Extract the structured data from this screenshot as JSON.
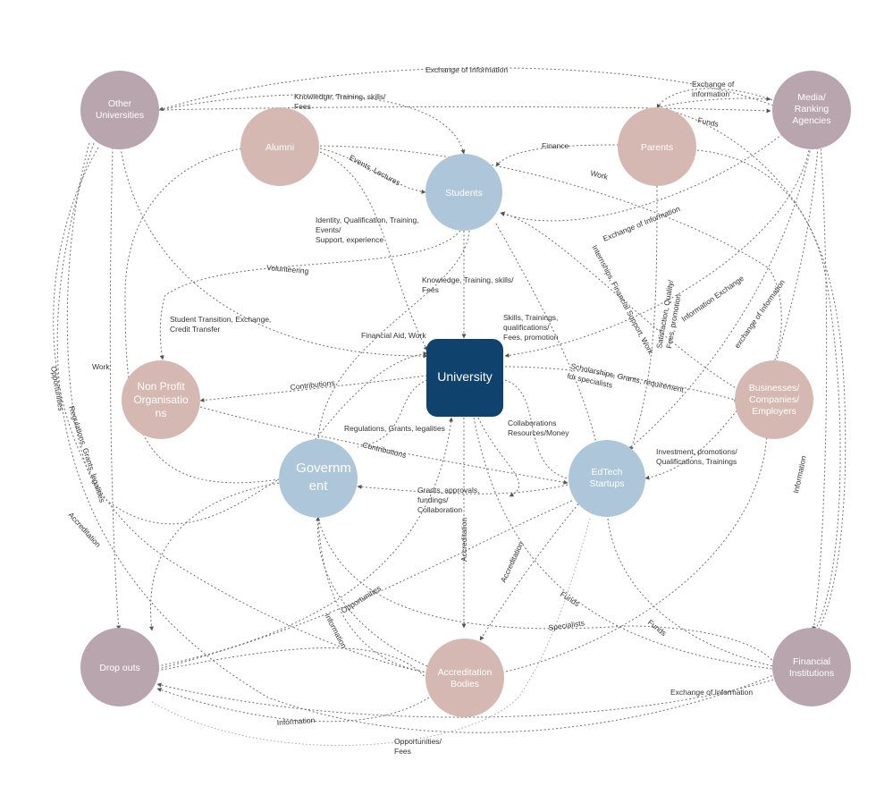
{
  "colors": {
    "mauve": "#b9a5ae",
    "rose": "#d5b8b2",
    "blue": "#adc6da",
    "navy": "#0f436e"
  },
  "nodes": {
    "university": "University",
    "students": "Students",
    "alumni": "Alumni",
    "parents": "Parents",
    "other_universities": [
      "Other",
      "Universities"
    ],
    "media": [
      "Media/",
      "Ranking",
      "Agencies"
    ],
    "non_profit": [
      "Non Profit",
      "Organisatio",
      "ns"
    ],
    "government": [
      "Governm",
      "ent"
    ],
    "edtech": [
      "EdTech",
      "Startups"
    ],
    "businesses": [
      "Businesses/",
      "Companies/",
      "Employers"
    ],
    "drop_outs": "Drop outs",
    "accreditation": [
      "Accreditation",
      "Bodies"
    ],
    "financial": [
      "Financial",
      "Institutions"
    ]
  },
  "edge_labels": {
    "exchange_info_top": "Exchange of Information",
    "knowledge_fees_top": [
      "Knowledge, Training, skills/",
      "Fees"
    ],
    "exchange_info_media": [
      "Exchange of",
      "information"
    ],
    "funds_top": "Funds",
    "finance": "Finance",
    "events_lectures": "Events, Lectures",
    "work_alumni": "Work",
    "identity": [
      "Identity, Qualification, Training,",
      "Events/",
      "Support, experience"
    ],
    "exchange_info_students": "Exchange of Information",
    "volunteering": "Volunteering",
    "knowledge_students": [
      "Knowledge, Training, skills/",
      "Fees"
    ],
    "internships": "Internships, Financial Support, Work",
    "satisfaction": [
      "Satisfaction, Quality/",
      "Fees, promotion"
    ],
    "information_exchange": "Information Exchange",
    "exchange_info_business": "exchange of Information",
    "student_transition": [
      "Student Transition, Exchange,",
      "Credit Transfer"
    ],
    "skills_trainings": [
      "Skills, Trainings,",
      "qualifications/",
      "Fees, promotion"
    ],
    "financial_aid": "Financial Aid, Work",
    "work_left": "Work",
    "scholarships": [
      "Scholarships, Grants, requirement",
      "for specialists"
    ],
    "contributions_np": "Contributions",
    "opportunities_left": "Opportunities",
    "regulations_left": "Regulations, Grants, legalities",
    "regulations_gov": "Regulations, Grants, legalities",
    "collaborations": [
      "Collaborations",
      "Resources/Money"
    ],
    "investment": [
      "Investment, promotions/",
      "Qualifications, Trainings"
    ],
    "contributions_gov": "Contributions",
    "information_right": "Information",
    "grants": [
      "Grants, approvals,",
      "fundings/",
      "Collaboration"
    ],
    "accreditation_left": "Accreditation",
    "accreditation_center": "Accreditation",
    "accreditation_edtech": "Accreditation",
    "opportunities_gov": "Opportunities",
    "information_gov": "Information",
    "funds_edtech": "Funds",
    "funds_fin": "Funds",
    "specialists": "Specialists",
    "exchange_info_bottom": "Exchange of Information",
    "information_bottom": "Information",
    "opportunities_fees": [
      "Opportunities/",
      "Fees"
    ]
  }
}
